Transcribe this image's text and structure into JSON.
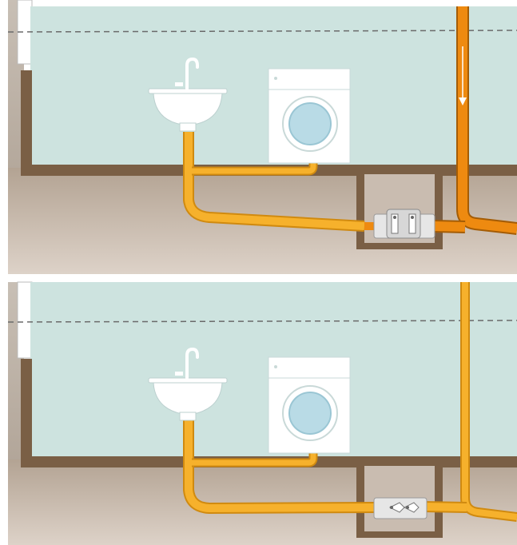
{
  "diagram": {
    "colors": {
      "wall": "#7a5f45",
      "room": "#cde3df",
      "ground_top": "#b9aa9a",
      "ground_bottom": "#d8cdc3",
      "drain_pipe": "#f6b12c",
      "drain_pipe_dark": "#e28a12",
      "main_sewer_flow": "#ee8a10",
      "fixture": "#ffffff",
      "fixture_outline": "#c9d9d8",
      "drum_ring": "#b9dbe6",
      "valve_body": "#e6e6e6",
      "valve_flap": "#ffffff",
      "water_line": "#6a6a6a"
    },
    "panels": [
      {
        "name": "backflow-state",
        "valve_state": "closed",
        "sewer_flow_arrow": true
      },
      {
        "name": "normal-state",
        "valve_state": "open",
        "sewer_flow_arrow": false
      }
    ],
    "icons": [
      "sink-icon",
      "faucet-icon",
      "washing-machine-icon",
      "backflow-valve-icon",
      "flow-arrow-icon"
    ]
  }
}
